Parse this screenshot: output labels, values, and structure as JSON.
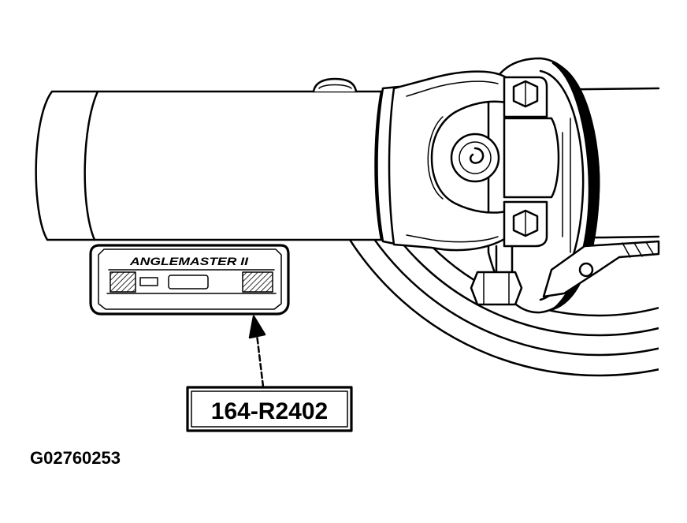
{
  "figure": {
    "tool_label": "ANGLEMASTER II",
    "callout": "164-R2402",
    "figure_id": "G02760253"
  },
  "colors": {
    "line": "#000000",
    "background": "#ffffff"
  }
}
